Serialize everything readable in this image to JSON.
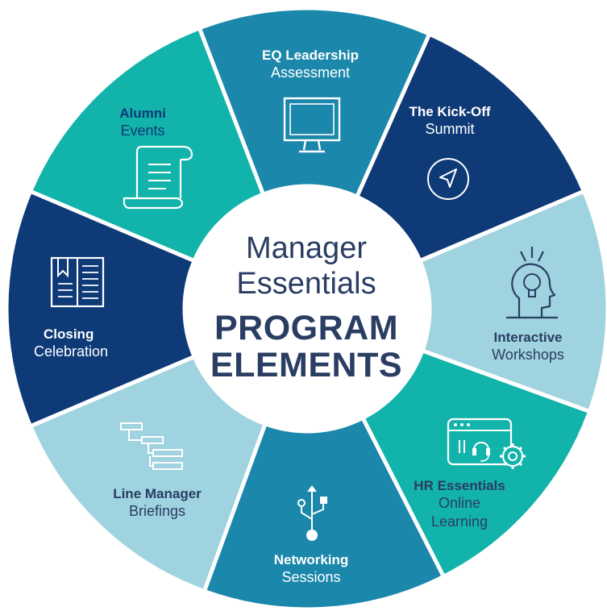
{
  "center": {
    "line1": "Manager",
    "line2": "Essentials",
    "line3": "PROGRAM",
    "line4": "ELEMENTS"
  },
  "colors": {
    "teal": "#12b3aa",
    "blue": "#1b87ab",
    "navy": "#0e3a78",
    "light_blue": "#9fd3e0",
    "text_navy": "#2a3d63",
    "white": "#ffffff"
  },
  "segments": [
    {
      "id": "eq-leadership",
      "title": "EQ Leadership",
      "subtitle": "Assessment",
      "icon": "monitor-icon"
    },
    {
      "id": "kick-off",
      "title": "The Kick-Off",
      "subtitle": "Summit",
      "icon": "navigation-arrow-icon"
    },
    {
      "id": "interactive",
      "title": "Interactive",
      "subtitle": "Workshops",
      "icon": "lightbulb-head-icon"
    },
    {
      "id": "hr-essentials",
      "title": "HR Essentials",
      "subtitle": "Online",
      "subtitle2": "Learning",
      "icon": "online-learning-icon"
    },
    {
      "id": "networking",
      "title": "Networking",
      "subtitle": "Sessions",
      "icon": "usb-network-icon"
    },
    {
      "id": "line-manager",
      "title": "Line Manager",
      "subtitle": "Briefings",
      "icon": "gantt-chart-icon"
    },
    {
      "id": "closing",
      "title": "Closing",
      "subtitle": "Celebration",
      "icon": "book-icon"
    },
    {
      "id": "alumni",
      "title": "Alumni",
      "subtitle": "Events",
      "icon": "scroll-icon"
    }
  ]
}
